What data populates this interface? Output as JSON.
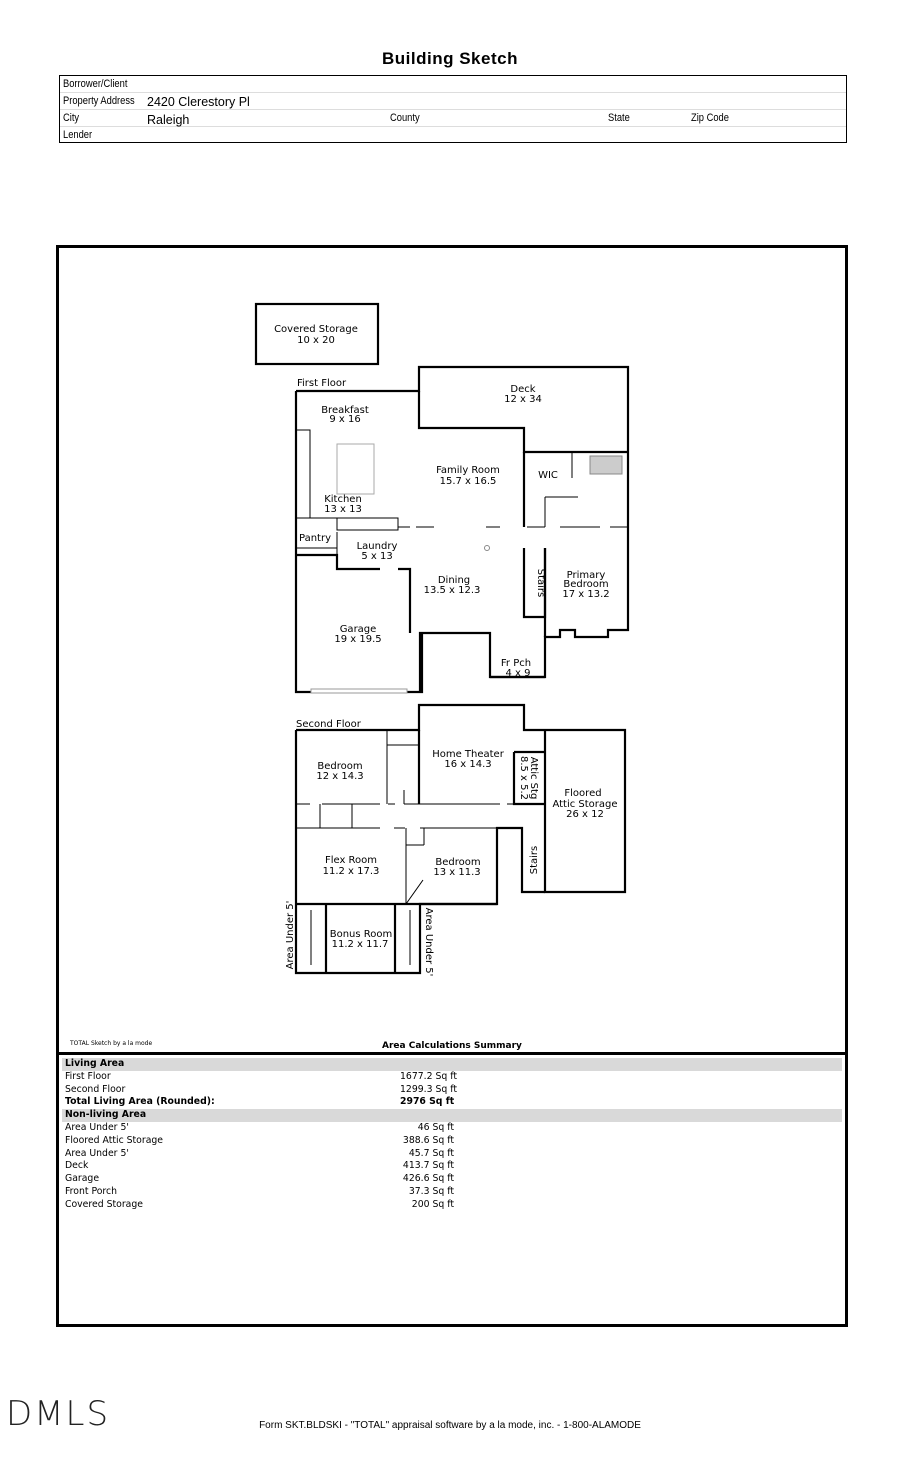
{
  "header": {
    "title": "Building Sketch",
    "borrower_label": "Borrower/Client",
    "borrower_value": "",
    "address_label": "Property Address",
    "address_value": "2420 Clerestory Pl",
    "city_label": "City",
    "city_value": "Raleigh",
    "county_label": "County",
    "state_label": "State",
    "zip_label": "Zip Code",
    "lender_label": "Lender"
  },
  "sketch": {
    "first_floor_label": "First Floor",
    "second_floor_label": "Second Floor",
    "rooms": {
      "covered_storage": [
        "Covered Storage",
        "10 x 20"
      ],
      "deck": [
        "Deck",
        "12 x 34"
      ],
      "breakfast": [
        "Breakfast",
        "9 x 16"
      ],
      "family_room": [
        "Family Room",
        "15.7 x 16.5"
      ],
      "wic": [
        "WIC"
      ],
      "kitchen": [
        "Kitchen",
        "13 x 13"
      ],
      "pantry": [
        "Pantry"
      ],
      "laundry": [
        "Laundry",
        "5 x 13"
      ],
      "dining": [
        "Dining",
        "13.5 x 12.3"
      ],
      "stairs1": [
        "Stairs"
      ],
      "primary_bedroom": [
        "Primary",
        "Bedroom",
        "17 x 13.2"
      ],
      "garage": [
        "Garage",
        "19 x 19.5"
      ],
      "front_porch": [
        "Fr Pch",
        "4 x 9"
      ],
      "bedroom2": [
        "Bedroom",
        "12 x 14.3"
      ],
      "home_theater": [
        "Home Theater",
        "16 x 14.3"
      ],
      "attic_stg": [
        "Attic Stg",
        "8.5 x 5.2"
      ],
      "floored_attic": [
        "Floored",
        "Attic Storage",
        "26 x 12"
      ],
      "flex_room": [
        "Flex Room",
        "11.2 x 17.3"
      ],
      "bedroom3": [
        "Bedroom",
        "13 x 11.3"
      ],
      "stairs2": [
        "Stairs"
      ],
      "bonus_room": [
        "Bonus Room",
        "11.2 x 11.7"
      ],
      "area_under_left": [
        "Area Under 5'"
      ],
      "area_under_right": [
        "Area Under 5'"
      ]
    }
  },
  "summary": {
    "credit": "TOTAL Sketch by a la mode",
    "title": "Area Calculations Summary",
    "living_header": "Living Area",
    "living": [
      {
        "label": "First Floor",
        "value": "1677.2 Sq ft"
      },
      {
        "label": "Second Floor",
        "value": "1299.3 Sq ft"
      }
    ],
    "total_label": "Total Living Area (Rounded):",
    "total_value": "2976 Sq ft",
    "nonliving_header": "Non-living Area",
    "nonliving": [
      {
        "label": "Area Under 5'",
        "value": "46 Sq ft"
      },
      {
        "label": "Floored Attic Storage",
        "value": "388.6 Sq ft"
      },
      {
        "label": "Area Under 5'",
        "value": "45.7 Sq ft"
      },
      {
        "label": "Deck",
        "value": "413.7 Sq ft"
      },
      {
        "label": "Garage",
        "value": "426.6 Sq ft"
      },
      {
        "label": "Front Porch",
        "value": "37.3 Sq ft"
      },
      {
        "label": "Covered Storage",
        "value": "200 Sq ft"
      }
    ]
  },
  "footer": {
    "text": "Form SKT.BLDSKI - \"TOTAL\" appraisal software by a la mode, inc. - 1-800-ALAMODE",
    "logo": "DMLS"
  }
}
